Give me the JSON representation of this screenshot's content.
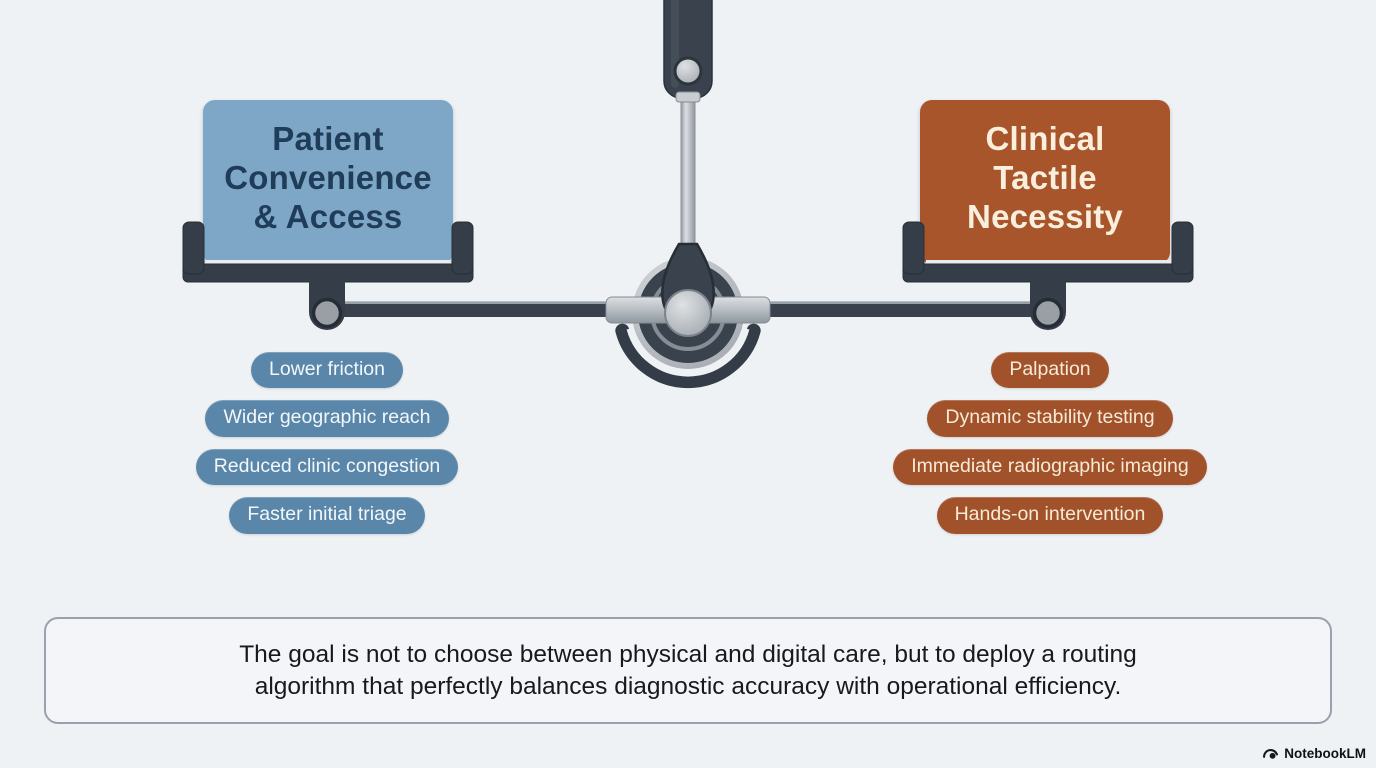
{
  "cards": {
    "left": {
      "title": "Patient\nConvenience\n& Access",
      "bg_color": "#7ea6c6",
      "text_color": "#1f3c59"
    },
    "right": {
      "title": "Clinical\nTactile\nNecessity",
      "bg_color": "#a8552c",
      "text_color": "#f9efdc"
    }
  },
  "left_tags": {
    "pill_color": "#5a87a9",
    "text_color": "#f2f7fb",
    "items": [
      "Lower friction",
      "Wider geographic reach",
      "Reduced clinic congestion",
      "Faster initial triage"
    ]
  },
  "right_tags": {
    "pill_color": "#a2522a",
    "text_color": "#f7ead7",
    "items": [
      "Palpation",
      "Dynamic stability testing",
      "Immediate radiographic imaging",
      "Hands-on intervention"
    ]
  },
  "quote": {
    "text": "The goal is not to choose between physical and digital care, but to deploy a routing\nalgorithm that perfectly balances diagnostic accuracy with operational efficiency."
  },
  "footer": {
    "brand": "NotebookLM"
  },
  "icons": {
    "scale": "balance-scale-illustration",
    "brand_logo": "notebooklm-logo"
  },
  "page": {
    "background": "#eff2f5"
  }
}
